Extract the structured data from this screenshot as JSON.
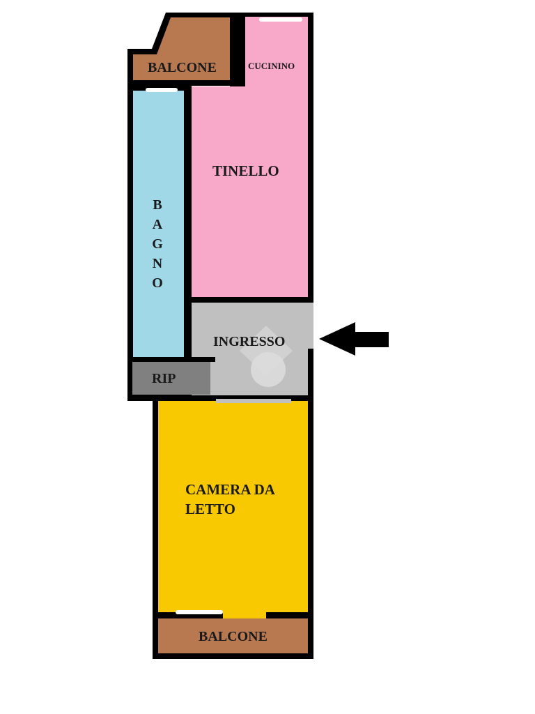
{
  "floorplan": {
    "rooms": {
      "balcone_top": {
        "label": "BALCONE",
        "color": "#b87850"
      },
      "cucinino": {
        "label": "CUCININO",
        "color": "#f8a8c8"
      },
      "tinello": {
        "label": "TINELLO",
        "color": "#f8a8c8"
      },
      "bagno": {
        "label": "B A G N O",
        "letters": [
          "B",
          "A",
          "G",
          "N",
          "O"
        ],
        "color": "#a0d8e8"
      },
      "ingresso": {
        "label": "INGRESSO",
        "color": "#c0c0c0"
      },
      "rip": {
        "label": "RIP",
        "color": "#808080"
      },
      "camera": {
        "label_line1": "CAMERA DA",
        "label_line2": "LETTO",
        "color": "#f8c800"
      },
      "balcone_bottom": {
        "label": "BALCONE",
        "color": "#b87850"
      }
    },
    "entrance_arrow": "arrow-left-icon",
    "wall_color": "#000000"
  }
}
